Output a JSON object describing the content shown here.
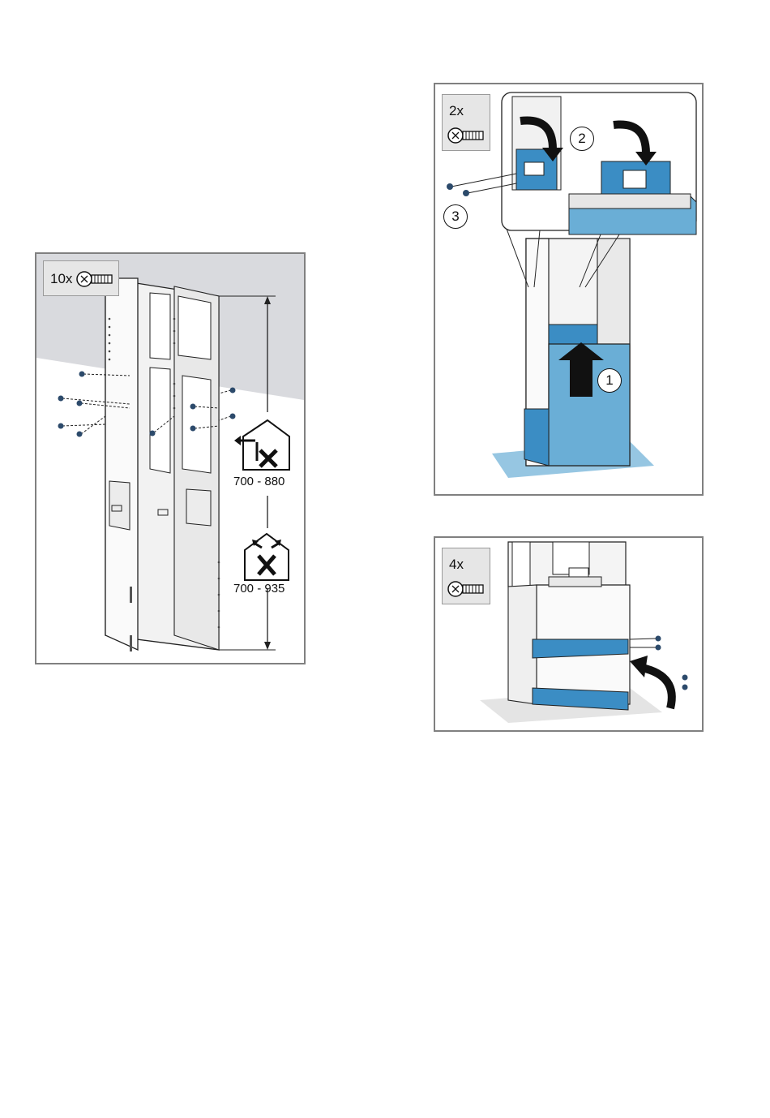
{
  "figure_left": {
    "screw_badge": {
      "count": "10x",
      "icon": "screw-icon"
    },
    "range_recirculation": {
      "text": "700 - 880",
      "icon": "recirculation-mode-icon"
    },
    "range_exhaust": {
      "text": "700 - 935",
      "icon": "exhaust-mode-icon"
    }
  },
  "figure_top_right": {
    "screw_badge": {
      "count": "2x",
      "icon": "screw-icon"
    },
    "steps": [
      "1",
      "2",
      "3"
    ],
    "colors": {
      "accent_blue": "#6aaed6",
      "accent_blue_dark": "#3b8dc4"
    }
  },
  "figure_bottom_right": {
    "screw_badge": {
      "count": "4x",
      "icon": "screw-icon"
    }
  }
}
